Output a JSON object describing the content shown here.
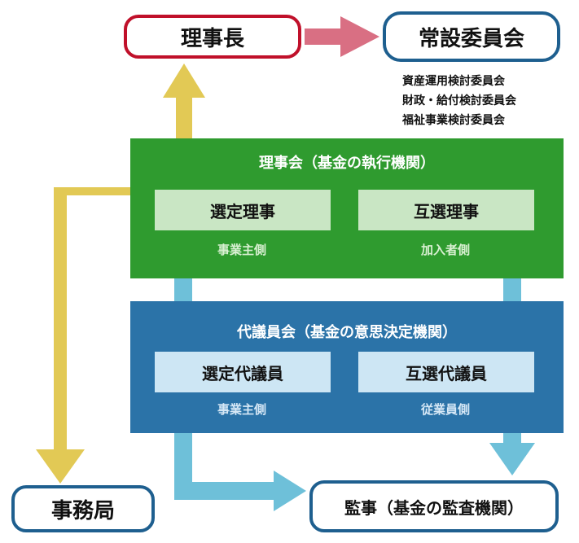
{
  "top": {
    "chair": "理事長",
    "standing_committee": "常設委員会"
  },
  "committees": [
    "資産運用検討委員会",
    "財政・給付検討委員会",
    "福祉事業検討委員会"
  ],
  "board": {
    "title": "理事会（基金の執行機関）",
    "roles": [
      {
        "label": "選定理事",
        "side": "事業主側"
      },
      {
        "label": "互選理事",
        "side": "加入者側"
      }
    ]
  },
  "assembly": {
    "title": "代議員会（基金の意思決定機関）",
    "roles": [
      {
        "label": "選定代議員",
        "side": "事業主側"
      },
      {
        "label": "互選代議員",
        "side": "従業員側"
      }
    ]
  },
  "bottom": {
    "secretariat": "事務局",
    "auditor": "監事（基金の監査機関）"
  },
  "colors": {
    "red_accent": "#c0102a",
    "pink_arrow": "#d96f83",
    "yellow_arrow": "#e2c955",
    "cyan_arrow": "#6ec0d9",
    "green_panel": "#2f9b2f",
    "blue_panel": "#2b73a8",
    "navy_border": "#1e5f8f"
  }
}
